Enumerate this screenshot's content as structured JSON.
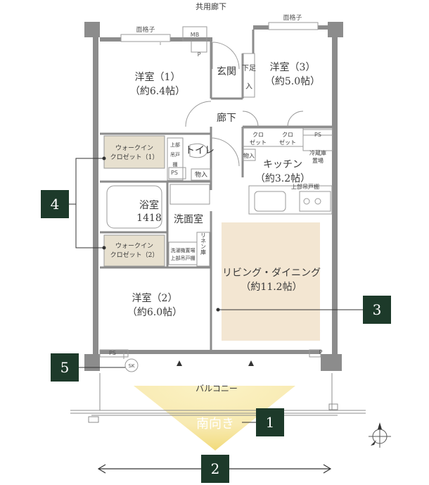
{
  "labels": {
    "corridor": "共用廊下",
    "lattice": "面格子",
    "mb": "MB",
    "p": "P",
    "ps": "PS",
    "entrance": "玄関",
    "shoe_box_top": "下足",
    "shoe_box_bottom": "入",
    "hall": "廊下",
    "toilet": "トイレ",
    "cabinet_top": "上部",
    "cabinet_mid": "吊戸",
    "cabinet_bot": "棚",
    "storage": "物入",
    "closet_top": "クロ",
    "closet_bottom": "ゼット",
    "fridge_top": "冷蔵庫",
    "fridge_bottom": "置場",
    "upper_cabinet": "上部吊戸棚",
    "laundry_top": "洗濯機置場",
    "laundry_bottom": "上部吊戸棚",
    "linen": "リネン庫",
    "sk": "SK",
    "balcony": "バルコニー",
    "south": "南向き"
  },
  "rooms": {
    "western1_name": "洋室（1）",
    "western1_size": "（約6.4帖）",
    "western2_name": "洋室（2）",
    "western2_size": "（約6.0帖）",
    "western3_name": "洋室（3）",
    "western3_size": "（約5.0帖）",
    "kitchen_name": "キッチン",
    "kitchen_size": "（約3.2帖）",
    "bath_name": "浴室",
    "bath_size": "1418",
    "washroom": "洗面室",
    "living_name": "リビング・ダイニング",
    "living_size": "（約11.2帖）",
    "wic1_top": "ウォークイン",
    "wic1_bottom": "クロゼット（1）",
    "wic2_top": "ウォークイン",
    "wic2_bottom": "クロゼット（2）"
  },
  "badges": {
    "b1": "1",
    "b2": "2",
    "b3": "3",
    "b4": "4",
    "b5": "5"
  },
  "colors": {
    "wall": "#8c8c8c",
    "badge": "#1d3a2a",
    "living_floor": "#f3e6d2",
    "closet_floor": "#e7e0cf",
    "sun": "#f3dc84"
  },
  "icons": {
    "compass": "compass-icon",
    "arrow": "double-arrow-icon",
    "sun": "sun-glow-icon"
  }
}
